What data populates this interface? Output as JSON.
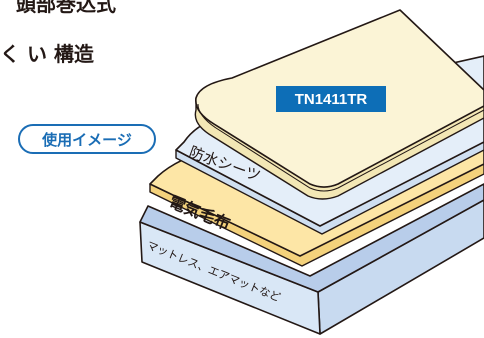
{
  "heading": {
    "line1": "頭部巻込式",
    "line2": "く い 構造"
  },
  "usage_badge": "使用イメージ",
  "product_badge": "TN1411TR",
  "layers": {
    "waterproof_sheet": "防水シーツ",
    "electric_blanket": "電気毛布",
    "mattress": "マットレス、エアマットなど"
  },
  "colors": {
    "top_pad": "#fbf4d6",
    "waterproof_sheet": "#e4eef9",
    "electric_blanket": "#fde6a6",
    "mattress_top": "#b8cdea",
    "mattress_side": "#d9e7f6",
    "product_badge": "#0d6eb7",
    "outline": "#231815"
  }
}
